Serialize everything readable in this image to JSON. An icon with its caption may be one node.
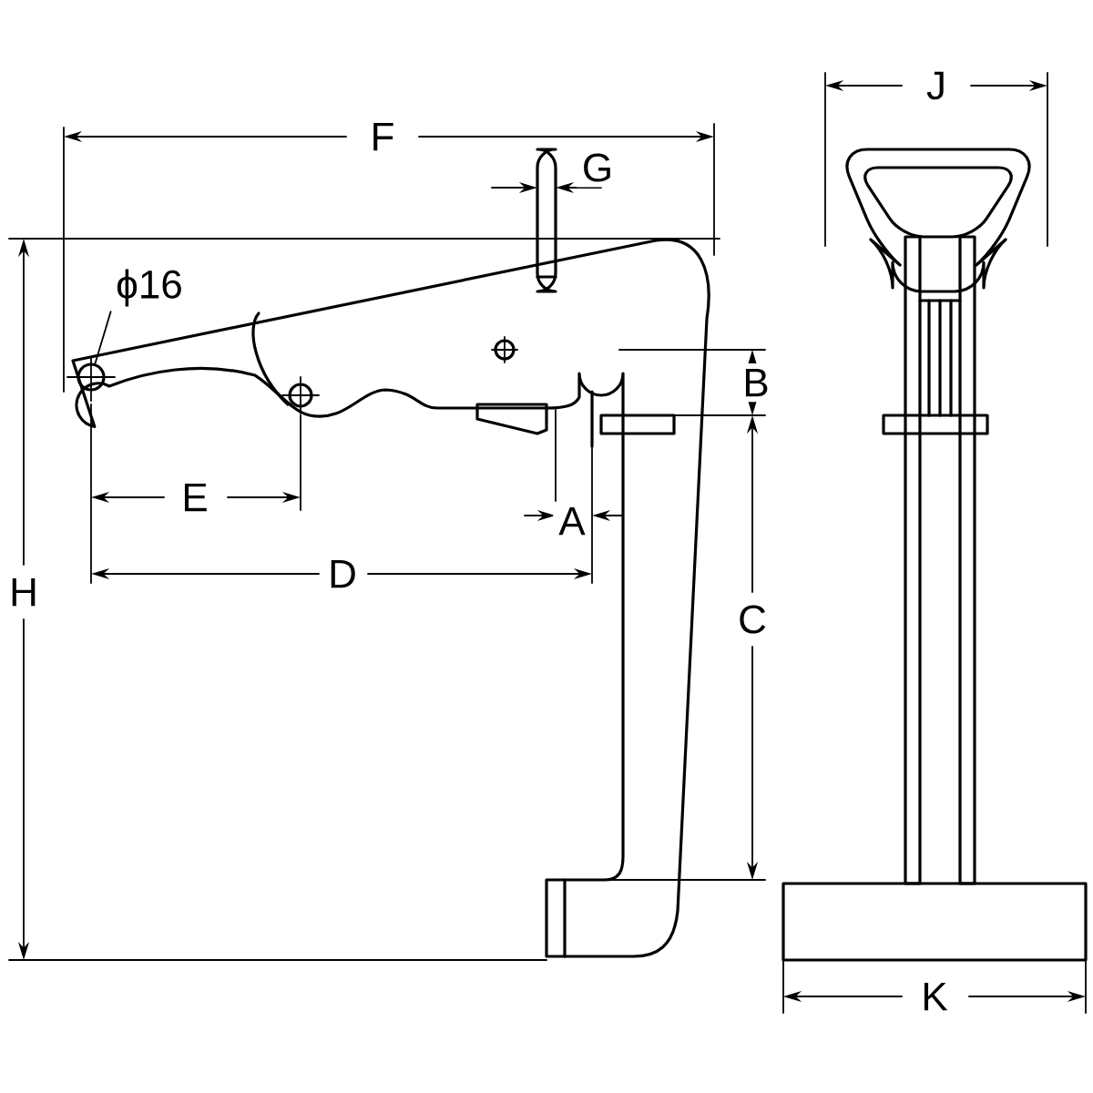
{
  "diagram": {
    "nodes": [
      {
        "text": [
          "ϕ16"
        ]
      },
      {
        "text": [],
        "shape": "circle"
      }
    ],
    "edges": [
      {
        "from": 0,
        "to": 1,
        "arrow": "none"
      }
    ],
    "labels": [
      "J",
      "F",
      "G",
      "B",
      "E",
      "A",
      "D",
      "H",
      "C",
      "K"
    ]
  }
}
